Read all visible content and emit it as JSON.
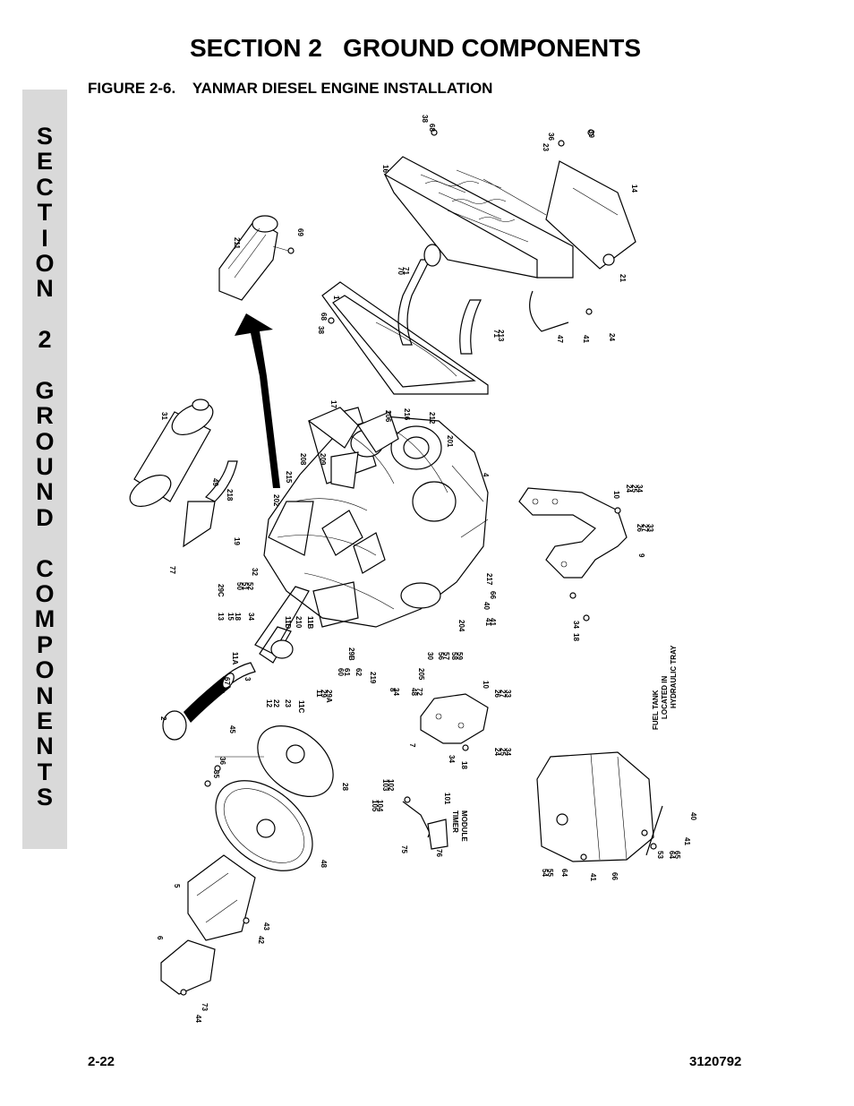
{
  "header": {
    "section_title": "SECTION 2   GROUND COMPONENTS",
    "figure_title": "FIGURE 2-6.    YANMAR DIESEL ENGINE INSTALLATION"
  },
  "sidebar": {
    "letters": [
      "S",
      "E",
      "C",
      "T",
      "I",
      "O",
      "N",
      "",
      "2",
      "",
      "G",
      "R",
      "O",
      "U",
      "N",
      "D",
      "",
      "C",
      "O",
      "M",
      "P",
      "O",
      "N",
      "E",
      "N",
      "T",
      "S"
    ]
  },
  "footer": {
    "page_number": "2-22",
    "doc_number": "3120792"
  },
  "diagram": {
    "callouts": [
      "68",
      "38",
      "16",
      "23",
      "36",
      "39",
      "14",
      "21",
      "211",
      "69",
      "70",
      "71",
      "1",
      "68",
      "38",
      "71",
      "213",
      "47",
      "41",
      "24",
      "17",
      "206",
      "216",
      "212",
      "201",
      "4",
      "208",
      "209",
      "215",
      "202",
      "31",
      "49",
      "218",
      "19",
      "77",
      "10",
      "24",
      "25",
      "34",
      "26",
      "27",
      "33",
      "9",
      "32",
      "29C",
      "50",
      "51",
      "52",
      "13",
      "15",
      "18",
      "34",
      "11D",
      "210",
      "11B",
      "11A",
      "67",
      "3",
      "3",
      "2",
      "45",
      "12",
      "22",
      "23",
      "11C",
      "11",
      "29",
      "29A",
      "60",
      "61",
      "29B",
      "62",
      "219",
      "8",
      "34",
      "48",
      "72",
      "30",
      "56",
      "57",
      "58",
      "59",
      "205",
      "204",
      "40",
      "41",
      "41",
      "66",
      "217",
      "34",
      "18",
      "10",
      "26",
      "27",
      "33",
      "7",
      "24",
      "25",
      "34",
      "34",
      "18",
      "36",
      "35",
      "28",
      "48",
      "5",
      "6",
      "42",
      "43",
      "44",
      "73",
      "105",
      "104",
      "103",
      "102",
      "101",
      "75",
      "76",
      "54",
      "55",
      "64",
      "41",
      "66",
      "53",
      "64",
      "65",
      "41",
      "40"
    ],
    "timer_module_label": [
      "TIMER",
      "MODULE"
    ],
    "fuel_tank_label": [
      "FUEL TANK",
      "LOCATED IN",
      "HYDRAULIC TRAY"
    ]
  }
}
